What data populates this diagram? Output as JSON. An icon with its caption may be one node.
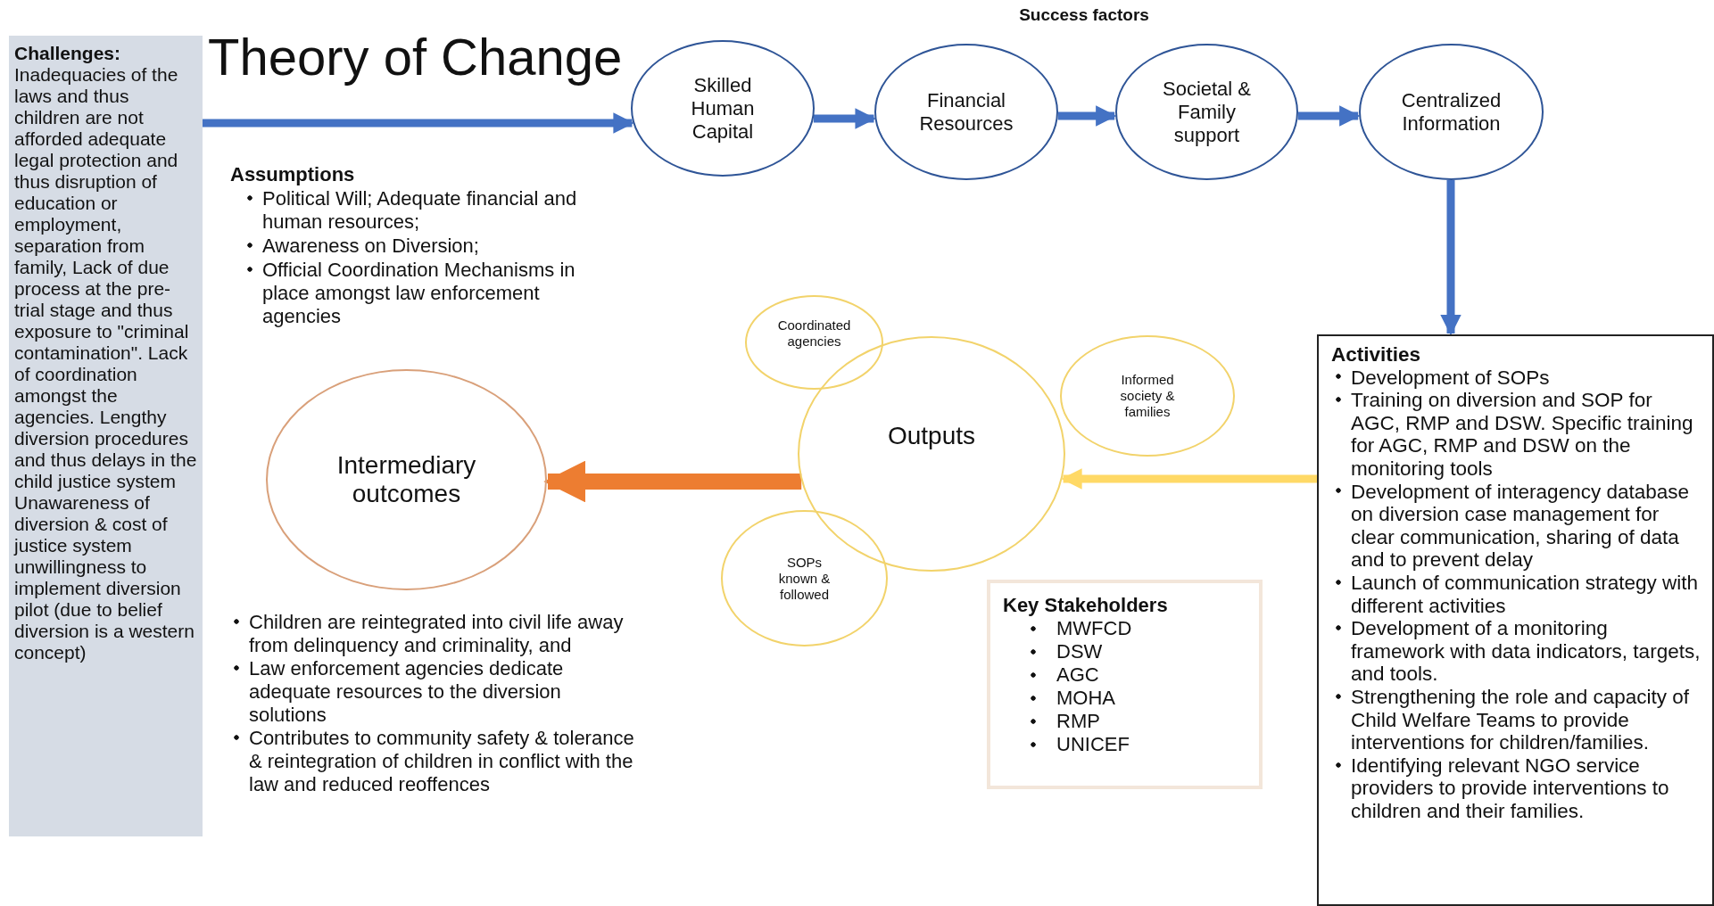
{
  "diagram": {
    "title": "Theory of Change",
    "nodes": [
      {
        "text": [
          "Challenges:",
          "Inadequacies of the laws and thus children are not afforded adequate legal protection and thus disruption of education or employment, separation from family, Lack of due process at the pre-trial stage and thus exposure to \"criminal contamination\". Lack of coordination amongst the agencies. Lengthy diversion procedures and thus delays in the child justice system Unawareness of diversion & cost of justice system unwillingness to implement diversion pilot (due to belief diversion is a western concept)"
        ]
      },
      {
        "text": [
          "Skilled Human Capital"
        ]
      },
      {
        "text": [
          "Financial Resources"
        ]
      },
      {
        "text": [
          "Societal & Family support"
        ]
      },
      {
        "text": [
          "Centralized Information"
        ]
      },
      {
        "text": [
          "Activities",
          "Development of SOPs",
          "Training on diversion and SOP for AGC, RMP and DSW. Specific training for AGC, RMP and DSW on the monitoring tools",
          "Development of interagency database on diversion case management for clear communication, sharing of data and to prevent delay",
          "Launch of communication strategy with different activities",
          "Development of a monitoring framework with data indicators, targets, and tools.",
          "Strengthening the role and capacity of Child Welfare Teams to provide interventions for children/families.",
          "Identifying relevant NGO service providers to provide interventions to children and their families."
        ]
      },
      {
        "text": [
          "Outputs"
        ]
      },
      {
        "text": [
          "Coordinated agencies"
        ]
      },
      {
        "text": [
          "Informed society & families"
        ]
      },
      {
        "text": [
          "SOPs known & followed"
        ]
      },
      {
        "text": [
          "Intermediary outcomes"
        ]
      },
      {
        "text": [
          "Key Stakeholders",
          "MWFCD",
          "DSW",
          "AGC",
          "MOHA",
          "RMP",
          "UNICEF"
        ]
      }
    ],
    "edges": [
      {
        "from": 0,
        "to": 1,
        "arrow": "to"
      },
      {
        "from": 1,
        "to": 2,
        "arrow": "to"
      },
      {
        "from": 2,
        "to": 3,
        "arrow": "to"
      },
      {
        "from": 3,
        "to": 4,
        "arrow": "to"
      },
      {
        "from": 4,
        "to": 5,
        "arrow": "to"
      },
      {
        "from": 5,
        "to": 6,
        "arrow": "to",
        "color": "#ffd966"
      },
      {
        "from": 6,
        "to": 10,
        "arrow": "to",
        "style": "thick",
        "color": "#ed7d31"
      }
    ],
    "labels": [
      "Success factors",
      "Assumptions",
      "Political Will; Adequate financial and human resources;",
      "Awareness on Diversion;",
      "Official Coordination Mechanisms in place amongst law enforcement agencies",
      "Children are reintegrated into civil life away from delinquency and criminality, and",
      "Law enforcement agencies dedicate adequate resources to the diversion solutions",
      "Contributes to community safety & tolerance & reintegration of children in conflict with the law and reduced reoffences"
    ]
  }
}
